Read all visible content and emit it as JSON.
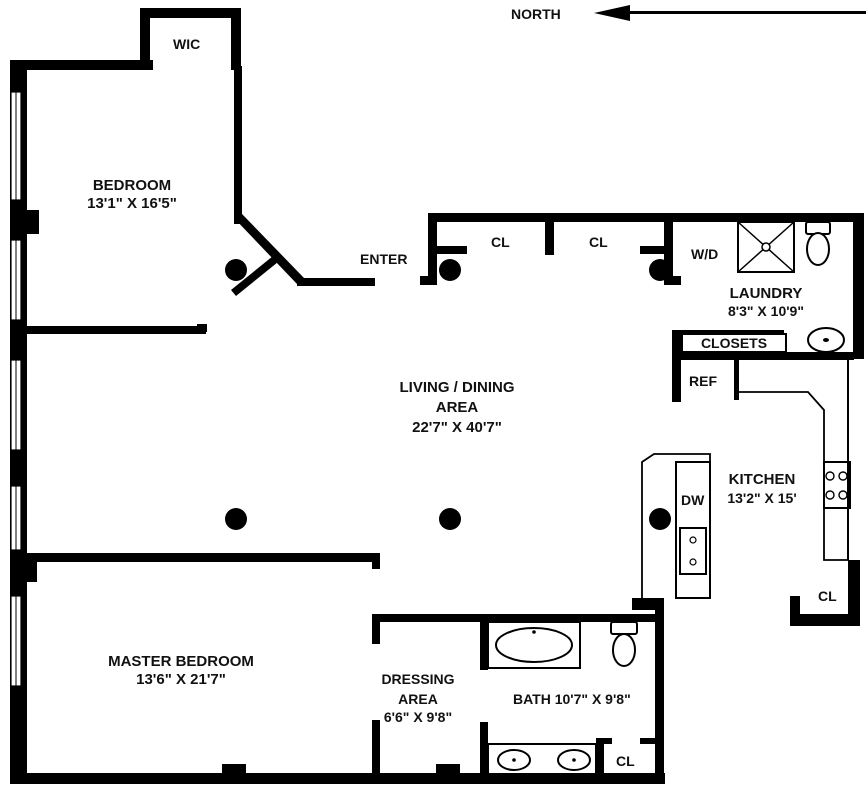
{
  "compass": {
    "label": "NORTH"
  },
  "rooms": {
    "wic": {
      "name": "WIC"
    },
    "bedroom": {
      "name": "BEDROOM",
      "size": "13'1\" X 16'5\""
    },
    "enter": {
      "name": "ENTER"
    },
    "cl_1": {
      "name": "CL"
    },
    "cl_2": {
      "name": "CL"
    },
    "wd": {
      "name": "W/D"
    },
    "laundry": {
      "name": "LAUNDRY",
      "size": "8'3\" X 10'9\""
    },
    "closets": {
      "name": "CLOSETS"
    },
    "ref": {
      "name": "REF"
    },
    "living": {
      "name_line1": "LIVING / DINING",
      "name_line2": "AREA",
      "size": "22'7\" X 40'7\""
    },
    "kitchen": {
      "name": "KITCHEN",
      "size": "13'2\" X 15'"
    },
    "dw": {
      "name": "DW"
    },
    "cl_kitchen": {
      "name": "CL"
    },
    "master_bedroom": {
      "name": "MASTER BEDROOM",
      "size": "13'6\" X 21'7\""
    },
    "dressing": {
      "name_line1": "DRESSING",
      "name_line2": "AREA",
      "size": "6'6\" X 9'8\""
    },
    "bath": {
      "name": "BATH 10'7\" X 9'8\""
    },
    "cl_bath": {
      "name": "CL"
    }
  },
  "colors": {
    "wall": "#000000",
    "background": "#ffffff",
    "text": "#111111"
  }
}
